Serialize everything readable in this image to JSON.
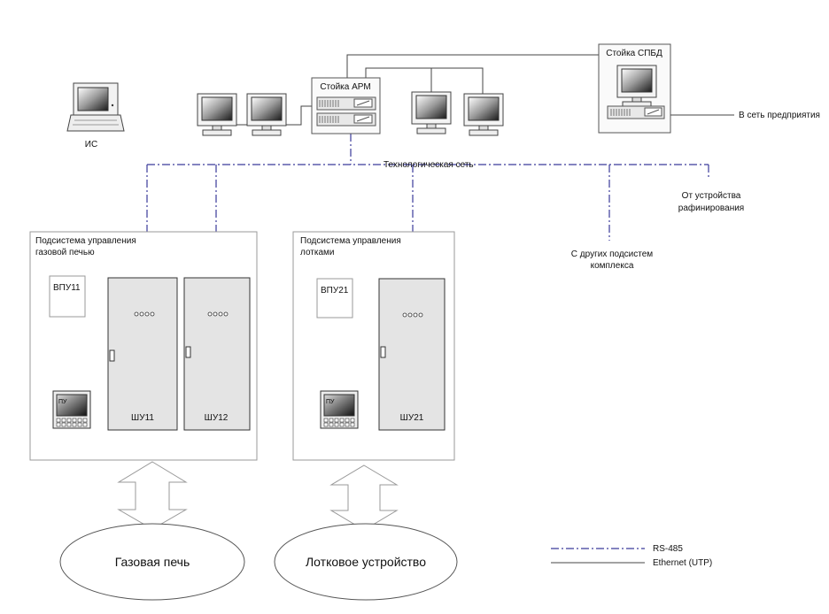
{
  "labels": {
    "is": "ИС",
    "arm_rack": "Стойка АРМ",
    "spbd_rack": "Стойка СПБД",
    "enterprise_net": "В сеть предприятия",
    "tech_net": "Технологическая сеть",
    "refining": [
      "От устройства",
      "рафинирования"
    ],
    "other_subsystems": [
      "С других подсистем",
      "комплекса"
    ],
    "subsystem_gas": [
      "Подсистема управления",
      "газовой печью"
    ],
    "subsystem_trays": [
      "Подсистема управления",
      "лотками"
    ],
    "vpu11": "ВПУ11",
    "vpu21": "ВПУ21",
    "shu11": "ШУ11",
    "shu12": "ШУ12",
    "shu21": "ШУ21",
    "pu": "ПУ",
    "gas_furnace": "Газовая печь",
    "tray_device": "Лотковое устройство"
  },
  "legend": {
    "rs485": "RS-485",
    "ethernet": "Ethernet (UTP)"
  },
  "colors": {
    "rs485_line": "#3a3a9a",
    "ethernet_line": "#444444",
    "cabinet_fill": "#e4e4e4"
  }
}
